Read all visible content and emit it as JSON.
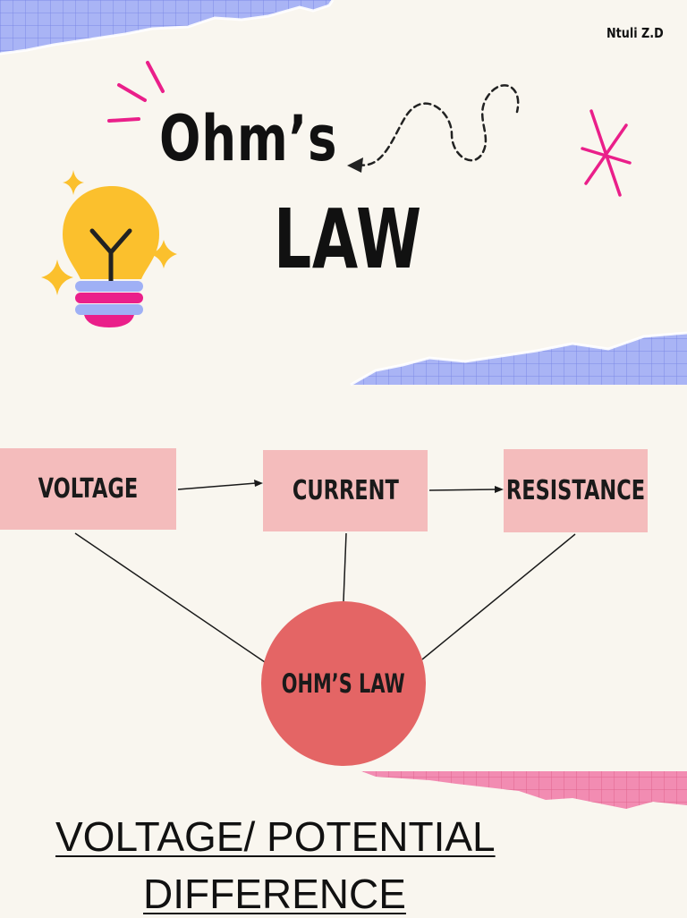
{
  "author": "Ntuli Z.D",
  "title": {
    "line1": "Ohm’s",
    "line2": "LAW"
  },
  "diagram": {
    "nodes": {
      "voltage": "VOLTAGE",
      "current": "CURRENT",
      "resistance": "RESISTANCE",
      "center": "OHM’S LAW"
    },
    "colors": {
      "box": "#f4bcbc",
      "circle": "#e46565"
    }
  },
  "heading": {
    "line1": "VOLTAGE/ POTENTIAL",
    "line2": "DIFFERENCE "
  },
  "decor": {
    "bulb_icon": "light-bulb-icon",
    "sparkle_icon": "sparkle-icon",
    "accent_pink": "#ea1f8a",
    "accent_yellow": "#fbc02d",
    "grid_blue": "#a9b4f5",
    "grid_pink": "#f08ab0"
  }
}
